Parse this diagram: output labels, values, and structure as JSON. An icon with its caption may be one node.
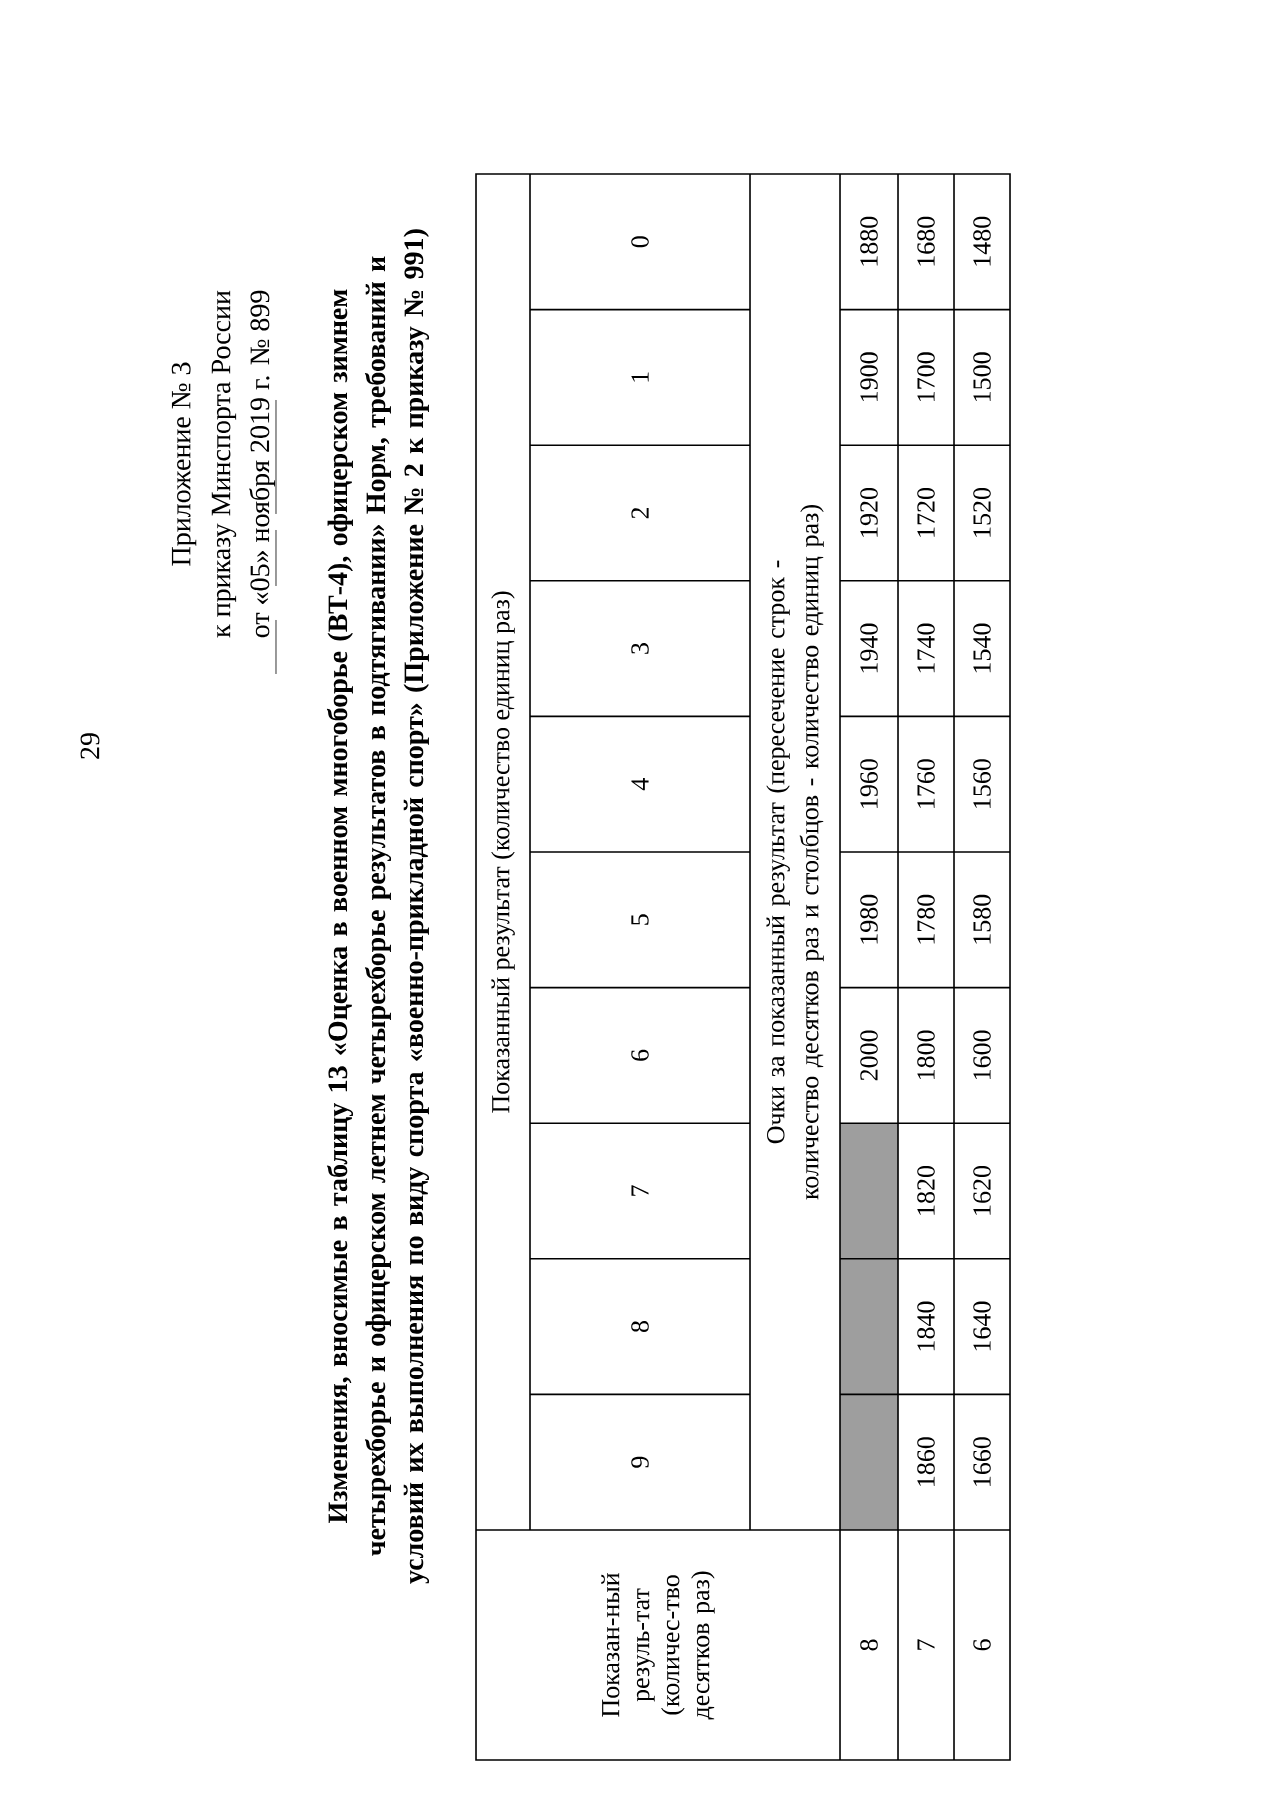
{
  "diagram": {
    "title": "Изменения, вносимые в таблицу 13 «Оценка в военном многоборье (ВТ-4), офицерском зимнем четырехборье и офицерском летнем четырехборье результатов в подтягивании» Норм, требований и условий их выполнения по виду спорта «военно-прикладной спорт» (Приложение № 2 к приказу № 991)",
    "labels": [
      "29",
      "Приложение № 3",
      "к приказу Минспорта России",
      "от «05» ноября 2019 г. № 899",
      "Показан-ный резуль-тат (количес-тво десятков раз)",
      "Показанный результат (количество единиц раз)",
      "9",
      "8",
      "7",
      "6",
      "5",
      "4",
      "3",
      "2",
      "1",
      "0",
      "Очки за показанный результат (пересечение строк - количество десятков раз и столбцов - количество единиц раз)",
      "8",
      "2000",
      "1980",
      "1960",
      "1940",
      "1920",
      "1900",
      "1880",
      "7",
      "1860",
      "1840",
      "1820",
      "1800",
      "1780",
      "1760",
      "1740",
      "1720",
      "1700",
      "1680",
      "6",
      "1660",
      "1640",
      "1620",
      "1600",
      "1580",
      "1560",
      "1540",
      "1520",
      "1500",
      "1480"
    ]
  }
}
